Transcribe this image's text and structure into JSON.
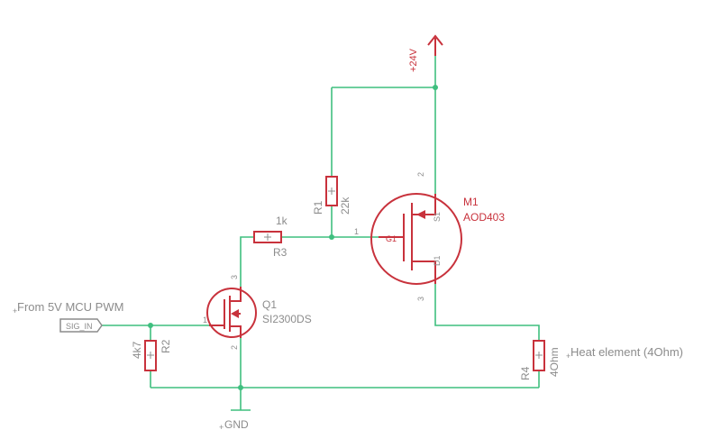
{
  "supply": {
    "label": "+24V"
  },
  "ground": {
    "label": "GND"
  },
  "signal": {
    "comment": "From 5V MCU PWM",
    "port_label": "SIG_IN"
  },
  "R1": {
    "name": "R1",
    "value": "22k"
  },
  "R2": {
    "name": "R2",
    "value": "4k7"
  },
  "R3": {
    "name": "R3",
    "value": "1k"
  },
  "R4": {
    "name": "R4",
    "value": "4Ohm",
    "comment": "Heat element (4Ohm)"
  },
  "Q1": {
    "name": "Q1",
    "value": "SI2300DS",
    "pins": {
      "gate": "1",
      "drain": "3",
      "source": "2"
    }
  },
  "M1": {
    "name": "M1",
    "value": "AOD403",
    "pins": {
      "gate": "G1",
      "drain_top": "2",
      "drain_bottom": "3",
      "s_label": "S1",
      "d_label": "D1"
    }
  },
  "colors": {
    "wire": "#3fbf7f",
    "symbol": "#c8323c",
    "text": "#8c8c8c"
  }
}
